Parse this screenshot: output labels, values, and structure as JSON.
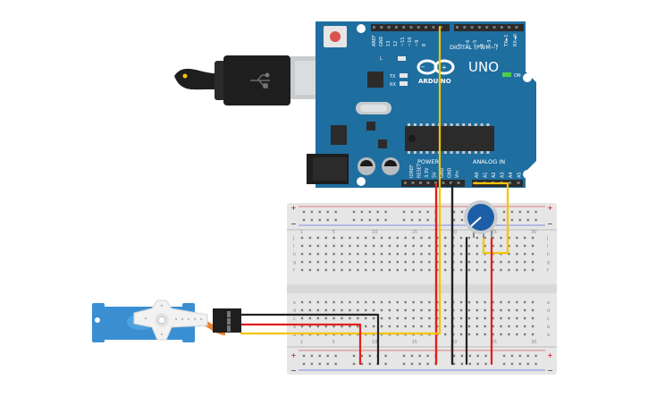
{
  "board": {
    "brand": "ARDUINO",
    "model": "UNO",
    "digital_header": "DIGITAL (PWM~)",
    "analog_header": "ANALOG IN",
    "power_header": "POWER",
    "on_label": "ON",
    "l_label": "L",
    "tx_label": "TX",
    "rx_label": "RX",
    "digital_pins": [
      "AREF",
      "GND",
      "13",
      "12",
      "~11",
      "~10",
      "~9",
      "8",
      "7",
      "~6",
      "~5",
      "4",
      "~3",
      "2",
      "TX►1",
      "RX◄0"
    ],
    "power_pins": [
      "IOREF",
      "RESET",
      "3.3V",
      "5V",
      "GND",
      "GND",
      "Vin"
    ],
    "analog_pins": [
      "A0",
      "A1",
      "A2",
      "A3",
      "A4",
      "A5"
    ],
    "color": "#1f6ea0"
  },
  "breadboard": {
    "rows_top": [
      "j",
      "i",
      "h",
      "g",
      "f"
    ],
    "rows_bottom": [
      "e",
      "d",
      "c",
      "b",
      "a"
    ],
    "columns": [
      "1",
      "",
      "",
      "",
      "5",
      "",
      "",
      "",
      "",
      "10",
      "",
      "",
      "",
      "",
      "15",
      "",
      "",
      "",
      "",
      "20",
      "",
      "",
      "",
      "",
      "25",
      "",
      "",
      "",
      "",
      "30"
    ],
    "rail_plus": "+",
    "rail_minus": "−"
  },
  "wires": {
    "power_color": "#e0201b",
    "ground_color": "#222222",
    "signal_color": "#f5c400"
  },
  "colors": {
    "usb_plug": "#1e1e1e",
    "usb_metal": "#c9ccce",
    "servo_body": "#3a8fd3",
    "servo_horn": "#f2f2f2",
    "pot_knob": "#1c5fa8",
    "breadboard": "#e6e6e6"
  }
}
